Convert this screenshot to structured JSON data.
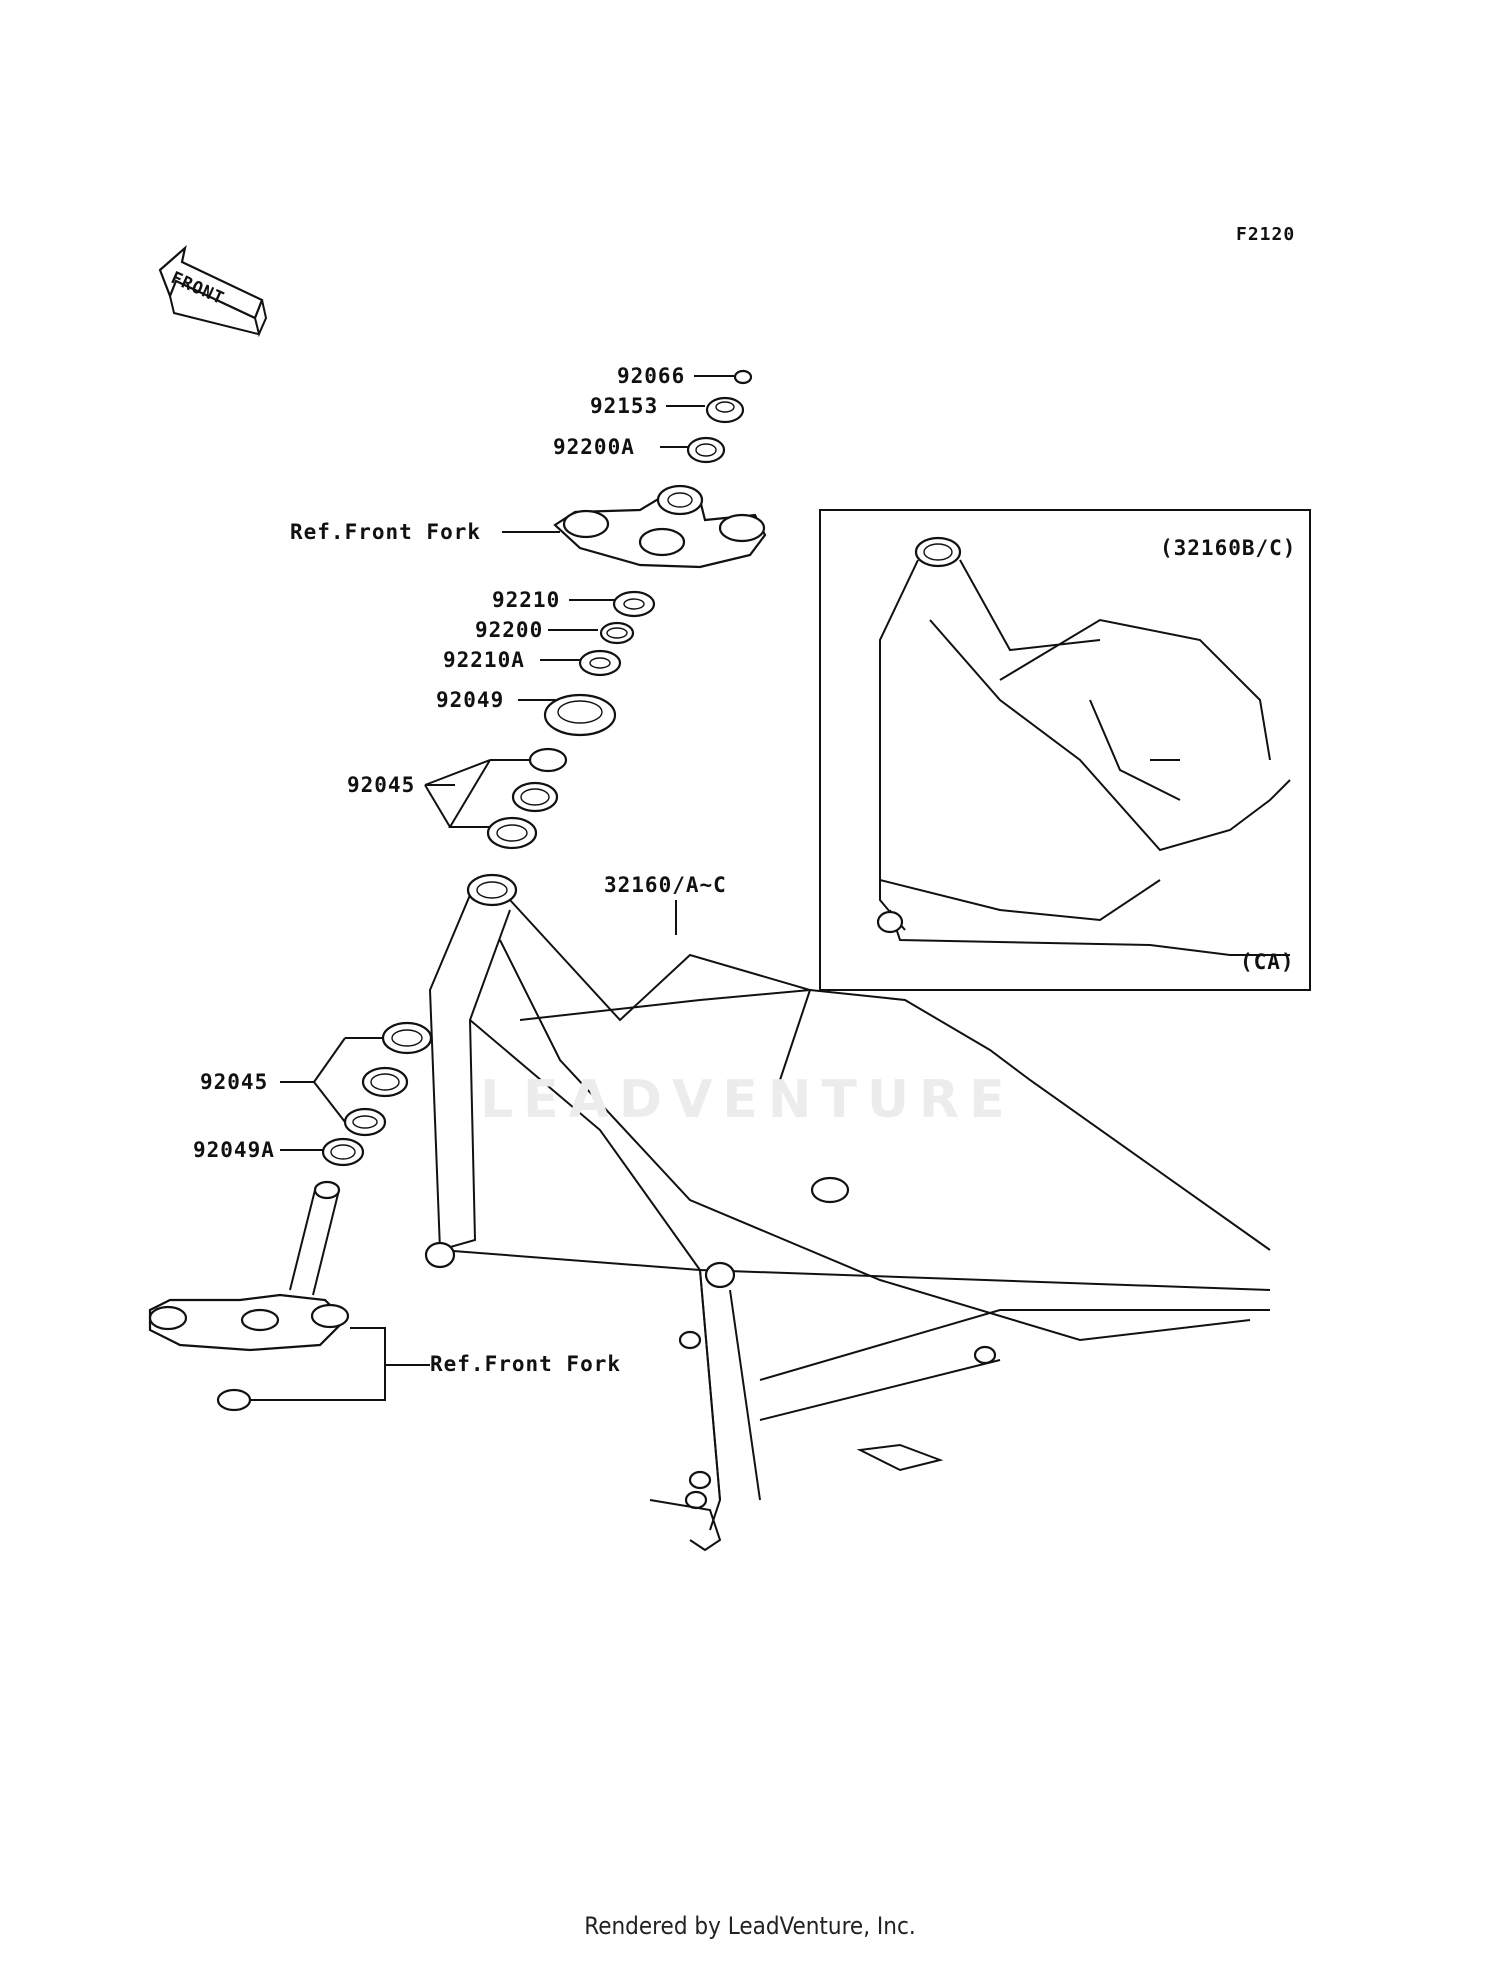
{
  "diagram_code": "F2120",
  "front_arrow_label": "FRONT",
  "inset": {
    "top_label": "(32160B/C)",
    "bottom_label": "(CA)"
  },
  "labels": {
    "p92066": "92066",
    "p92153": "92153",
    "p92200A": "92200A",
    "ref_front_fork_top": "Ref.Front Fork",
    "p92210": "92210",
    "p92200": "92200",
    "p92210A": "92210A",
    "p92049": "92049",
    "p92045_top": "92045",
    "p32160": "32160/A~C",
    "p92045_bottom": "92045",
    "p92049A": "92049A",
    "ref_front_fork_bottom": "Ref.Front Fork"
  },
  "watermark": "LEADVENTURE",
  "footer": "Rendered by LeadVenture, Inc."
}
